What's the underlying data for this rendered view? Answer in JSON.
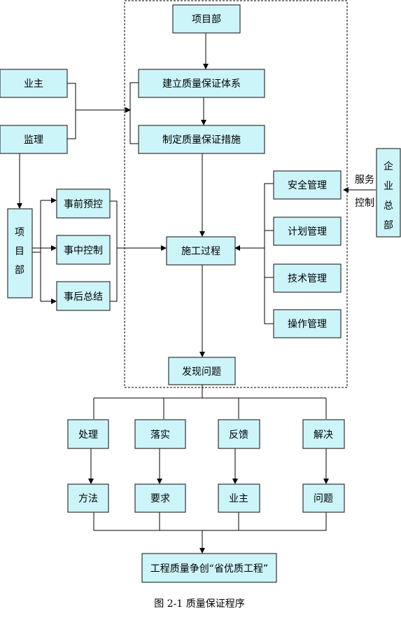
{
  "diagram": {
    "nodes": {
      "project_dept_top": "项目部",
      "build_system": "建立质量保证体系",
      "make_measures": "制定质量保证措施",
      "owner": "业主",
      "supervisor": "监理",
      "project_dept_left": [
        "项",
        "目",
        "部"
      ],
      "pre_control": "事前预控",
      "mid_control": "事中控制",
      "post_summary": "事后总结",
      "construction": "施工过程",
      "safety_mgmt": "安全管理",
      "plan_mgmt": "计划管理",
      "tech_mgmt": "技术管理",
      "operation_mgmt": "操作管理",
      "enterprise_hq": [
        "企",
        "业",
        "总",
        "部"
      ],
      "service_label": "服务",
      "control_label": "控制",
      "find_problem": "发现问题",
      "handle": "处理",
      "implement": "落实",
      "feedback": "反馈",
      "solve": "解决",
      "method": "方法",
      "requirement": "要求",
      "owner_bottom": "业主",
      "problem": "问题",
      "final_goal": "工程质量争创“省优质工程”"
    },
    "caption": "图 2-1 质量保证程序"
  }
}
